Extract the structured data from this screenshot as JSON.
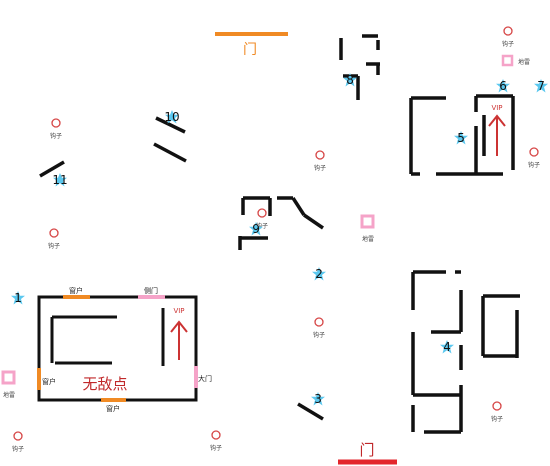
{
  "labels": {
    "door": "门",
    "hook": "钩子",
    "trap": "地雷",
    "vip": "VIP",
    "safe_zone": "无敌点",
    "window": "窗户",
    "side_door": "侧门",
    "main_door": "大门"
  },
  "markers": [
    "1",
    "2",
    "3",
    "4",
    "5",
    "6",
    "7",
    "8",
    "9",
    "10",
    "11"
  ],
  "colors": {
    "wall": "#111111",
    "door_top": "#f08a24",
    "door_bottom": "#e3262c",
    "hook": "#d64545",
    "trap": "#f5a3c8",
    "star": "#5bc8ef",
    "arrow": "#cc3333",
    "text_red": "#c0282a",
    "orange": "#f08a24",
    "pink": "#f5a3c8"
  }
}
